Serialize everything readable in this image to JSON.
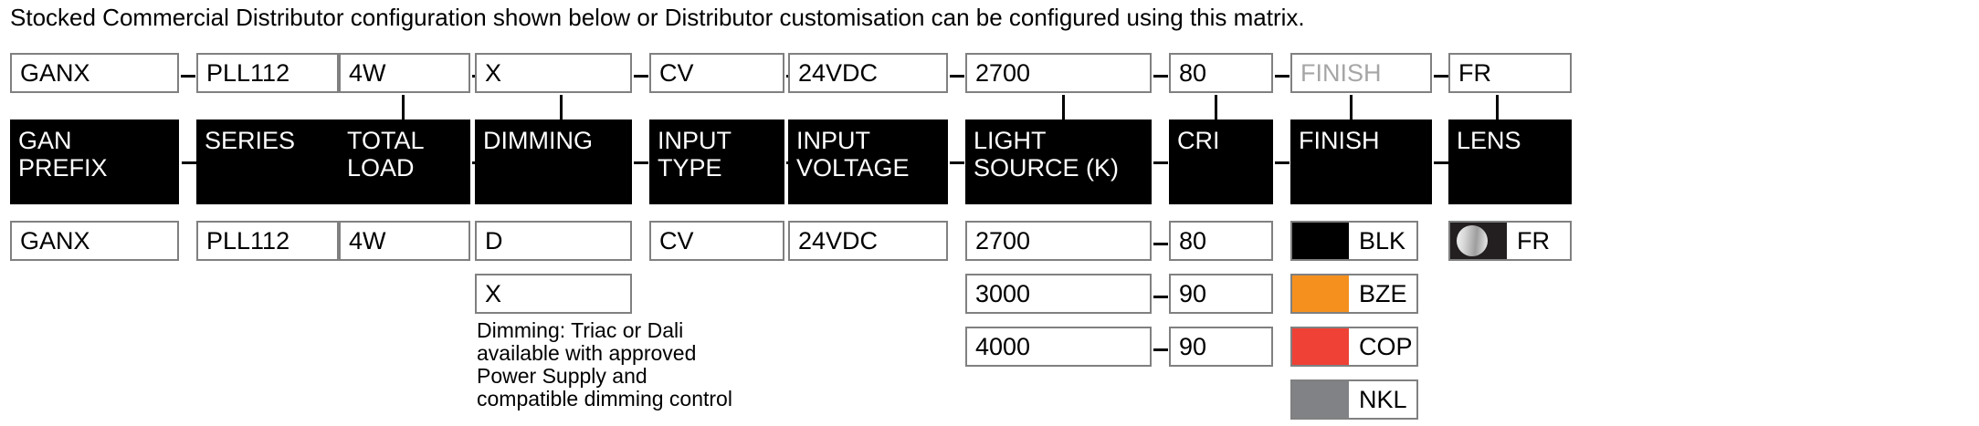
{
  "intro": {
    "text": "Stocked Commercial Distributor configuration shown below or Distributor customisation can be configured using this matrix."
  },
  "selected_row": {
    "label": "selected-configuration",
    "values": [
      {
        "value": "GANX",
        "placeholder": false
      },
      {
        "value": "PLL112",
        "placeholder": false
      },
      {
        "value": "4W",
        "placeholder": false
      },
      {
        "value": "X",
        "placeholder": false
      },
      {
        "value": "CV",
        "placeholder": false
      },
      {
        "value": "24VDC",
        "placeholder": false
      },
      {
        "value": "2700",
        "placeholder": false
      },
      {
        "value": "80",
        "placeholder": false
      },
      {
        "value": "FINISH",
        "placeholder": true
      },
      {
        "value": "FR",
        "placeholder": false
      }
    ]
  },
  "category_headers": [
    {
      "label": "GAN\nPREFIX"
    },
    {
      "label": "SERIES"
    },
    {
      "label": "TOTAL\nLOAD"
    },
    {
      "label": "DIMMING"
    },
    {
      "label": "INPUT\nTYPE"
    },
    {
      "label": "INPUT\nVOLTAGE"
    },
    {
      "label": "LIGHT\nSOURCE (K)"
    },
    {
      "label": "CRI"
    },
    {
      "label": "FINISH"
    },
    {
      "label": "LENS"
    }
  ],
  "options": {
    "gan_prefix": [
      "GANX"
    ],
    "series": [
      "PLL112"
    ],
    "total_load": [
      "4W"
    ],
    "dimming": [
      "D",
      "X"
    ],
    "input_type": [
      "CV"
    ],
    "input_voltage": [
      "24VDC"
    ],
    "light_source": [
      "2700",
      "3000",
      "4000"
    ],
    "cri": [
      "80",
      "90",
      "90"
    ],
    "finish": [
      {
        "code": "BLK",
        "color": "#000000"
      },
      {
        "code": "BZE",
        "color": "#F5901E"
      },
      {
        "code": "COP",
        "color": "#EF4136"
      },
      {
        "code": "NKL",
        "color": "#808285"
      }
    ],
    "lens": [
      {
        "code": "FR",
        "color": "#231F20",
        "swatch": "frosted-gradient"
      }
    ]
  },
  "notes": {
    "dimming_note": "Dimming: Triac or Dali\navailable with approved\nPower Supply and\ncompatible dimming control"
  },
  "separator": {
    "glyph": "-"
  }
}
